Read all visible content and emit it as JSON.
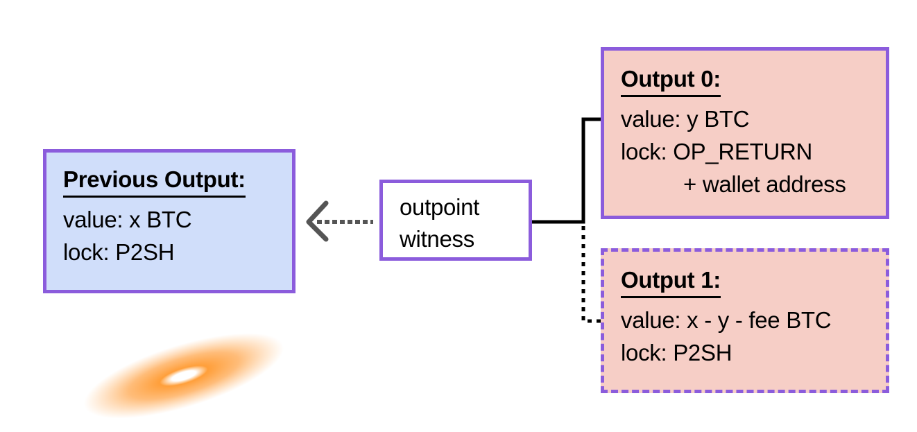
{
  "diagram": {
    "previous_output": {
      "title": "Previous Output:",
      "value_line": "value: x BTC",
      "lock_line": "lock: P2SH"
    },
    "input": {
      "line1": "outpoint",
      "line2": "witness"
    },
    "output0": {
      "title": "Output 0:",
      "value_line": "value: y BTC",
      "lock_line": "lock: OP_RETURN",
      "lock_line_cont": "+ wallet address"
    },
    "output1": {
      "title": "Output 1:",
      "value_line": "value: x - y - fee BTC",
      "lock_line": "lock: P2SH"
    },
    "colors": {
      "box_border": "#8b5cdc",
      "previous_output_fill": "#d0defa",
      "output_fill": "#f6cec6",
      "connector": "#000000",
      "arrow": "#555555",
      "blob": "#ff9a30"
    }
  }
}
